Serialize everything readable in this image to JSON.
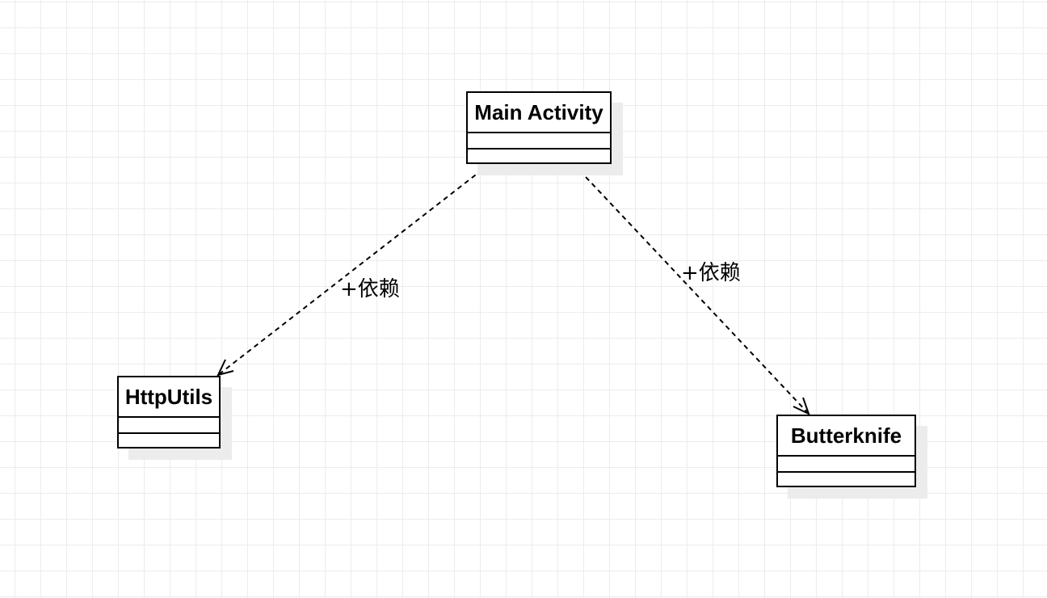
{
  "diagram": {
    "classes": {
      "main_activity": {
        "name": "Main Activity"
      },
      "http_utils": {
        "name": "HttpUtils"
      },
      "butterknife": {
        "name": "Butterknife"
      }
    },
    "relations": [
      {
        "from": "Main Activity",
        "to": "HttpUtils",
        "type": "dependency",
        "label": "+依赖"
      },
      {
        "from": "Main Activity",
        "to": "Butterknife",
        "type": "dependency",
        "label": "+依赖"
      }
    ]
  }
}
